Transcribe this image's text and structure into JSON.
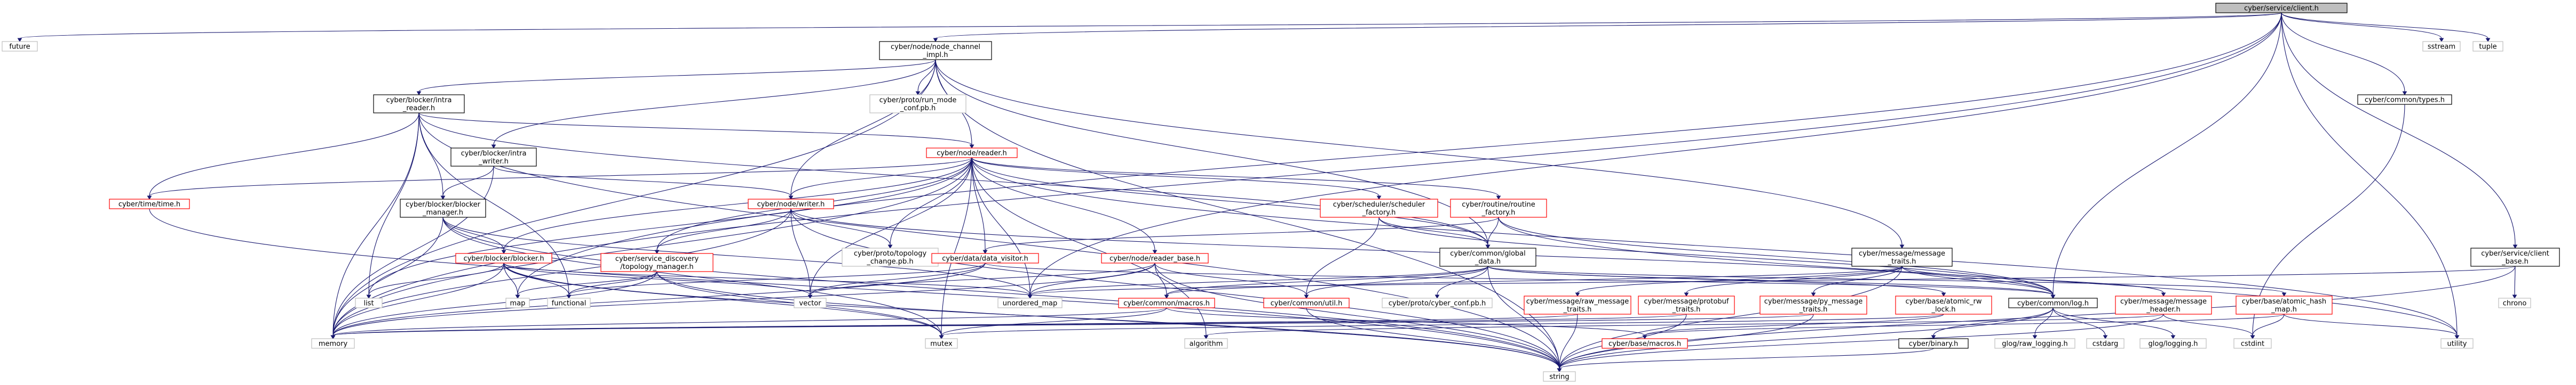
{
  "graph": {
    "colors": {
      "edge": "#191970",
      "border_red": "#ff0000",
      "border_dark": "#000000",
      "border_light": "#bfbfbf",
      "root_fill": "#bfbfbf",
      "fill": "#ffffff"
    },
    "nodes": [
      {
        "id": "root",
        "label": "cyber/service/client.h",
        "style": "root"
      },
      {
        "id": "future",
        "label": "future",
        "style": "light"
      },
      {
        "id": "node_channel_impl",
        "label": "cyber/node/node_channel\n_impl.h",
        "style": "dark"
      },
      {
        "id": "sstream",
        "label": "sstream",
        "style": "light"
      },
      {
        "id": "tuple",
        "label": "tuple",
        "style": "light"
      },
      {
        "id": "intra_reader",
        "label": "cyber/blocker/intra\n_reader.h",
        "style": "dark"
      },
      {
        "id": "run_mode_conf",
        "label": "cyber/proto/run_mode\n_conf.pb.h",
        "style": "light"
      },
      {
        "id": "types",
        "label": "cyber/common/types.h",
        "style": "dark"
      },
      {
        "id": "intra_writer",
        "label": "cyber/blocker/intra\n_writer.h",
        "style": "dark"
      },
      {
        "id": "reader",
        "label": "cyber/node/reader.h",
        "style": "red"
      },
      {
        "id": "time",
        "label": "cyber/time/time.h",
        "style": "red"
      },
      {
        "id": "writer",
        "label": "cyber/node/writer.h",
        "style": "red"
      },
      {
        "id": "scheduler_factory",
        "label": "cyber/scheduler/scheduler\n_factory.h",
        "style": "red"
      },
      {
        "id": "routine_factory",
        "label": "cyber/routine/routine\n_factory.h",
        "style": "red"
      },
      {
        "id": "blocker_manager",
        "label": "cyber/blocker/blocker\n_manager.h",
        "style": "dark"
      },
      {
        "id": "client_base",
        "label": "cyber/service/client\n_base.h",
        "style": "dark"
      },
      {
        "id": "global_data",
        "label": "cyber/common/global\n_data.h",
        "style": "dark"
      },
      {
        "id": "message_traits",
        "label": "cyber/message/message\n_traits.h",
        "style": "dark"
      },
      {
        "id": "blocker",
        "label": "cyber/blocker/blocker.h",
        "style": "red"
      },
      {
        "id": "service_discovery",
        "label": "cyber/service_discovery\n/topology_manager.h",
        "style": "red"
      },
      {
        "id": "topology_change",
        "label": "cyber/proto/topology\n_change.pb.h",
        "style": "light"
      },
      {
        "id": "data_visitor",
        "label": "cyber/data/data_visitor.h",
        "style": "red"
      },
      {
        "id": "reader_base",
        "label": "cyber/node/reader_base.h",
        "style": "red"
      },
      {
        "id": "chrono",
        "label": "chrono",
        "style": "light"
      },
      {
        "id": "list",
        "label": "list",
        "style": "light"
      },
      {
        "id": "map",
        "label": "map",
        "style": "light"
      },
      {
        "id": "functional",
        "label": "functional",
        "style": "light"
      },
      {
        "id": "vector",
        "label": "vector",
        "style": "light"
      },
      {
        "id": "unordered_map",
        "label": "unordered_map",
        "style": "light"
      },
      {
        "id": "macros",
        "label": "cyber/common/macros.h",
        "style": "red"
      },
      {
        "id": "util",
        "label": "cyber/common/util.h",
        "style": "red"
      },
      {
        "id": "cyber_conf",
        "label": "cyber/proto/cyber_conf.pb.h",
        "style": "light"
      },
      {
        "id": "raw_message_traits",
        "label": "cyber/message/raw_message\n_traits.h",
        "style": "red"
      },
      {
        "id": "protobuf_traits",
        "label": "cyber/message/protobuf\n_traits.h",
        "style": "red"
      },
      {
        "id": "py_message_traits",
        "label": "cyber/message/py_message\n_traits.h",
        "style": "red"
      },
      {
        "id": "atomic_rw_lock",
        "label": "cyber/base/atomic_rw\n_lock.h",
        "style": "red"
      },
      {
        "id": "log",
        "label": "cyber/common/log.h",
        "style": "dark"
      },
      {
        "id": "message_header",
        "label": "cyber/message/message\n_header.h",
        "style": "red"
      },
      {
        "id": "atomic_hash_map",
        "label": "cyber/base/atomic_hash\n_map.h",
        "style": "red"
      },
      {
        "id": "memory",
        "label": "memory",
        "style": "light"
      },
      {
        "id": "mutex",
        "label": "mutex",
        "style": "light"
      },
      {
        "id": "algorithm",
        "label": "algorithm",
        "style": "light"
      },
      {
        "id": "base_macros",
        "label": "cyber/base/macros.h",
        "style": "red"
      },
      {
        "id": "cstdint",
        "label": "cstdint",
        "style": "light"
      },
      {
        "id": "utility",
        "label": "utility",
        "style": "light"
      },
      {
        "id": "binary",
        "label": "cyber/binary.h",
        "style": "dark"
      },
      {
        "id": "glog_raw_logging",
        "label": "glog/raw_logging.h",
        "style": "light"
      },
      {
        "id": "cstdarg",
        "label": "cstdarg",
        "style": "light"
      },
      {
        "id": "glog_logging",
        "label": "glog/logging.h",
        "style": "light"
      },
      {
        "id": "string",
        "label": "string",
        "style": "light"
      }
    ]
  }
}
